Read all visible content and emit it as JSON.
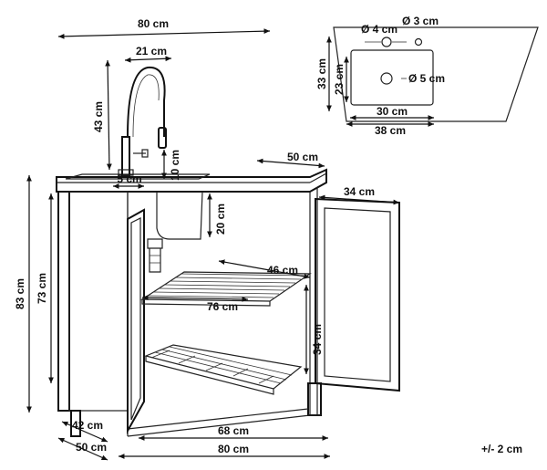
{
  "dimensions": {
    "top_width": "80 cm",
    "faucet_reach": "21 cm",
    "faucet_height": "43 cm",
    "spout_height": "10 cm",
    "top_depth": "50 cm",
    "basin_offset": "5 cm",
    "basin_depth": "20 cm",
    "door_width": "34 cm",
    "shelf_depth": "46 cm",
    "shelf_width": "76 cm",
    "shelf_gap": "34 cm",
    "total_height": "83 cm",
    "body_height": "73 cm",
    "base_depth": "42 cm",
    "bottom_depth": "50 cm",
    "inner_width": "68 cm",
    "bottom_width": "80 cm"
  },
  "sink_plan": {
    "hole_faucet": "Ø 4 cm",
    "hole_small": "Ø 3 cm",
    "hole_drain": "Ø 5 cm",
    "outer_depth": "33 cm",
    "inner_depth": "23 cm",
    "inner_width": "30 cm",
    "outer_width": "38 cm"
  },
  "tolerance": "+/- 2 cm"
}
